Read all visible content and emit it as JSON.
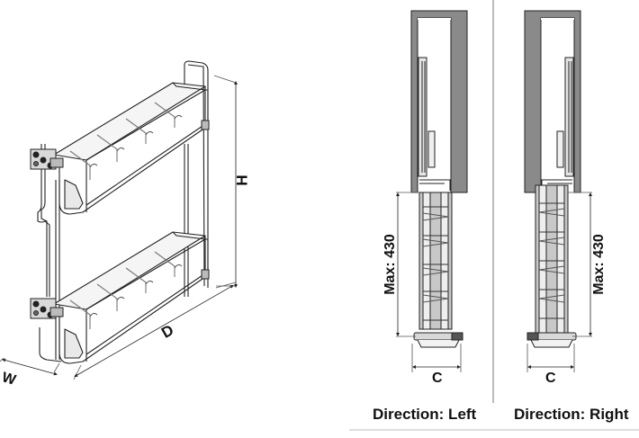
{
  "labels": {
    "height": "H",
    "depth": "D",
    "width": "W",
    "max_left": "Max: 430",
    "max_right": "Max: 430",
    "c_left": "C",
    "c_right": "C",
    "direction_left": "Direction: Left",
    "direction_right": "Direction: Right"
  },
  "colors": {
    "line": "#222222",
    "cabinet_fill": "#8a8a8a",
    "frame_fill": "#c8c8c8",
    "divider": "#9a9a9a"
  }
}
